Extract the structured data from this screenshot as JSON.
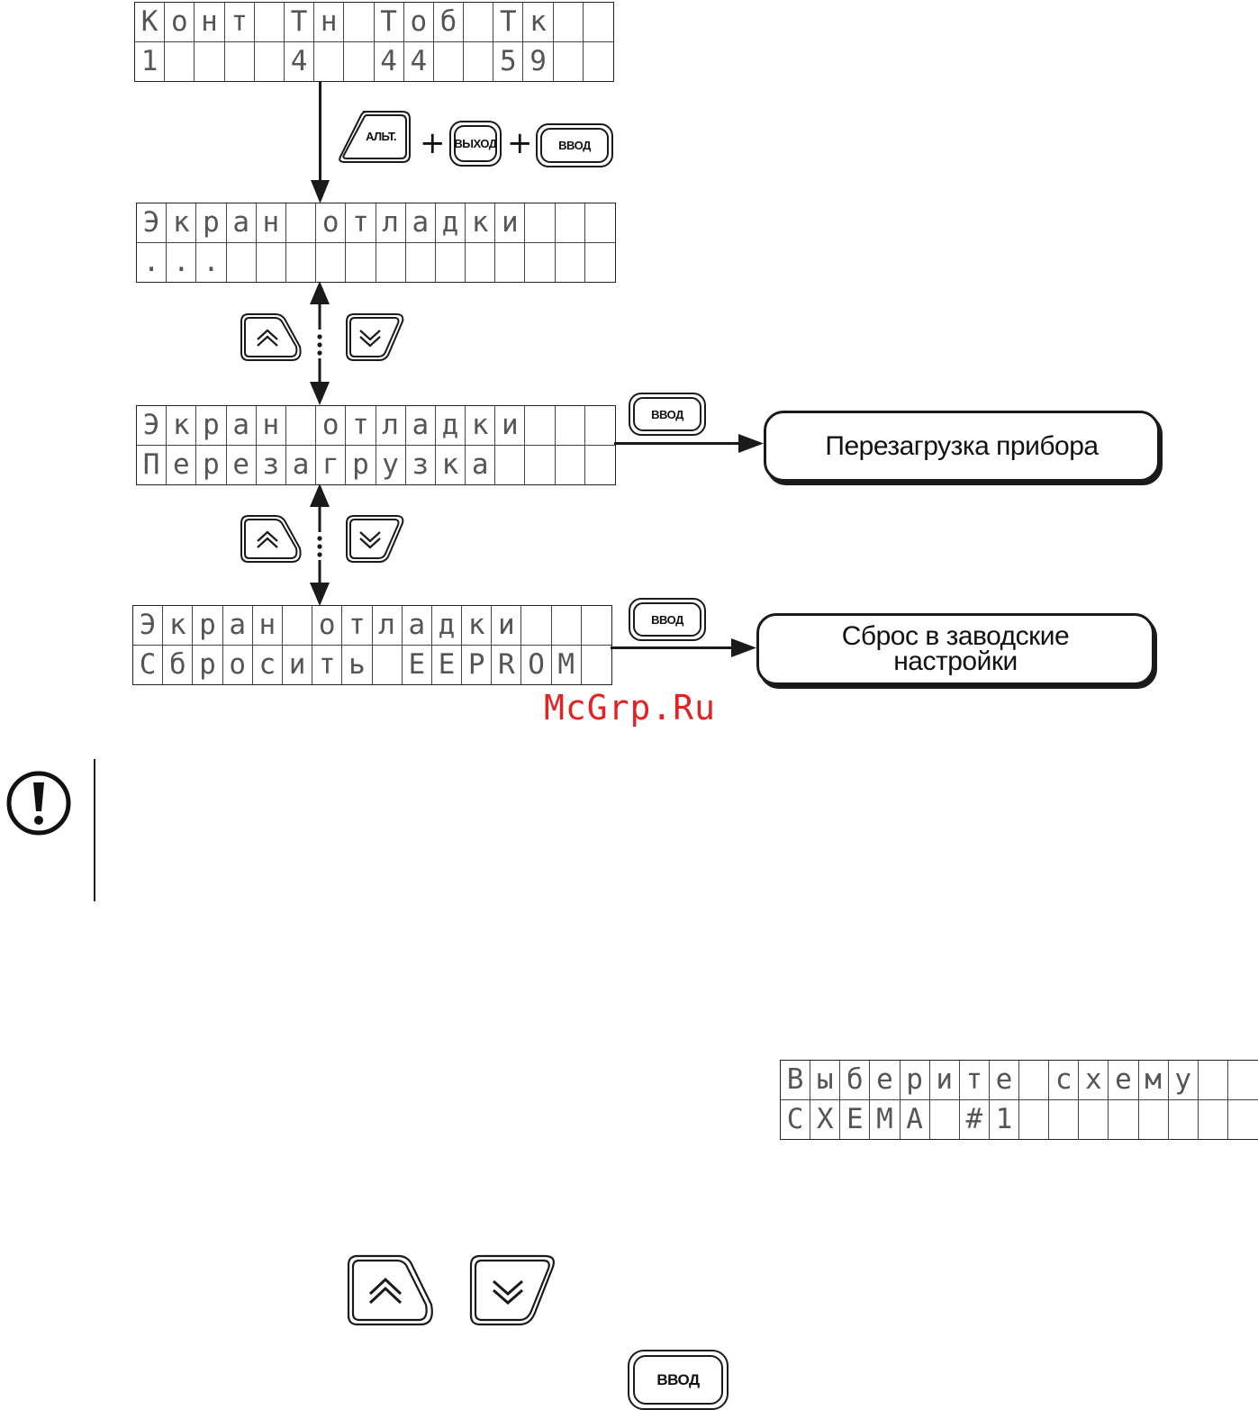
{
  "lcd_screens": [
    {
      "id": "main",
      "rows": [
        [
          "К",
          "о",
          "н",
          "т",
          "",
          "Т",
          "н",
          "",
          "Т",
          "о",
          "б",
          "",
          "Т",
          "к",
          "",
          ""
        ],
        [
          "1",
          "",
          "",
          "",
          "",
          "4",
          "",
          "",
          "4",
          "4",
          "",
          "",
          "5",
          "9",
          "",
          ""
        ]
      ]
    },
    {
      "id": "debug1",
      "rows": [
        [
          "Э",
          "к",
          "р",
          "а",
          "н",
          "",
          "о",
          "т",
          "л",
          "а",
          "д",
          "к",
          "и",
          "",
          "",
          ""
        ],
        [
          ".",
          ".",
          ".",
          "",
          "",
          "",
          "",
          "",
          "",
          "",
          "",
          "",
          "",
          "",
          "",
          ""
        ]
      ]
    },
    {
      "id": "debug2",
      "rows": [
        [
          "Э",
          "к",
          "р",
          "а",
          "н",
          "",
          "о",
          "т",
          "л",
          "а",
          "д",
          "к",
          "и",
          "",
          "",
          ""
        ],
        [
          "П",
          "е",
          "р",
          "е",
          "з",
          "а",
          "г",
          "р",
          "у",
          "з",
          "к",
          "а",
          "",
          "",
          "",
          ""
        ]
      ]
    },
    {
      "id": "debug3",
      "rows": [
        [
          "Э",
          "к",
          "р",
          "а",
          "н",
          "",
          "о",
          "т",
          "л",
          "а",
          "д",
          "к",
          "и",
          "",
          "",
          ""
        ],
        [
          "С",
          "б",
          "р",
          "о",
          "с",
          "и",
          "т",
          "ь",
          "",
          "E",
          "E",
          "P",
          "R",
          "O",
          "M",
          ""
        ]
      ]
    },
    {
      "id": "scheme",
      "rows": [
        [
          "В",
          "ы",
          "б",
          "е",
          "р",
          "и",
          "т",
          "е",
          "",
          "с",
          "х",
          "е",
          "м",
          "у",
          "",
          ""
        ],
        [
          "С",
          "Х",
          "Е",
          "М",
          "А",
          "",
          "#",
          "1",
          "",
          "",
          "",
          "",
          "",
          "",
          "",
          ""
        ]
      ]
    }
  ],
  "keys": {
    "alt": "АЛЬТ.",
    "exit": "ВЫХОД",
    "enter": "ВВОД",
    "plus": "+"
  },
  "bubbles": {
    "reboot": "Перезагрузка прибора",
    "reset_line1": "Сброс в заводские",
    "reset_line2": "настройки"
  },
  "watermark": "McGrp.Ru",
  "icons": {
    "warning": "exclamation-circle-icon",
    "up": "chevron-double-up-icon",
    "down": "chevron-double-down-icon"
  }
}
